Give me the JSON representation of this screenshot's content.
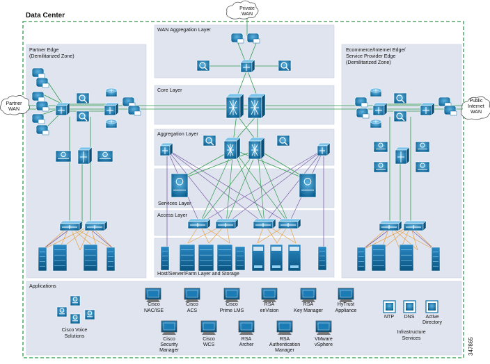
{
  "diagram": {
    "title": "Data Center",
    "figure_id": "347865",
    "clouds": {
      "private": [
        "Private",
        "WAN"
      ],
      "partner": [
        "Partner",
        "WAN"
      ],
      "public": [
        "Public",
        "Internet",
        "WAN"
      ]
    },
    "zones": {
      "wan": "WAN Aggregation Layer",
      "core": "Core Layer",
      "aggregation": "Aggregation Layer",
      "services": "Services Layer",
      "access": "Access Layer",
      "host": "Host/Server/Farm Layer and Storage",
      "partner_edge": [
        "Partner Edge",
        "(Demilitarized Zone)"
      ],
      "ecommerce_edge": [
        "Ecommerce/Internet Edge/",
        "Service Provider Edge",
        "(Demilitarized Zone)"
      ]
    },
    "applications": {
      "title": "Applications",
      "voice": [
        "Cisco Voice",
        "Solutions"
      ],
      "items_top": [
        [
          "Cisco",
          "NAC/ISE"
        ],
        [
          "Cisco",
          "ACS"
        ],
        [
          "Cisco",
          "Prime LMS"
        ],
        [
          "RSA",
          "enVision"
        ],
        [
          "RSA",
          "Key Manager"
        ],
        [
          "HyTrust",
          "Appliance"
        ]
      ],
      "items_bottom": [
        [
          "Cisco",
          "Security",
          "Manager"
        ],
        [
          "Cisco",
          "WCS"
        ],
        [
          "RSA",
          "Archer"
        ],
        [
          "RSA",
          "Authentication",
          "Manager"
        ],
        [
          "VMware",
          "vSphere"
        ]
      ],
      "infra_items": [
        "NTP",
        "DNS",
        [
          "Active",
          "Directory"
        ]
      ],
      "infra_title": [
        "Infrastructure",
        "Services"
      ]
    }
  },
  "colors": {
    "device": "#0e6fa6",
    "link_green": "#2e9a4a",
    "link_purple": "#7b5ea7",
    "link_orange": "#e8a040",
    "zone_fill": "#dfe4ef",
    "border_green": "#2e9a4a"
  }
}
